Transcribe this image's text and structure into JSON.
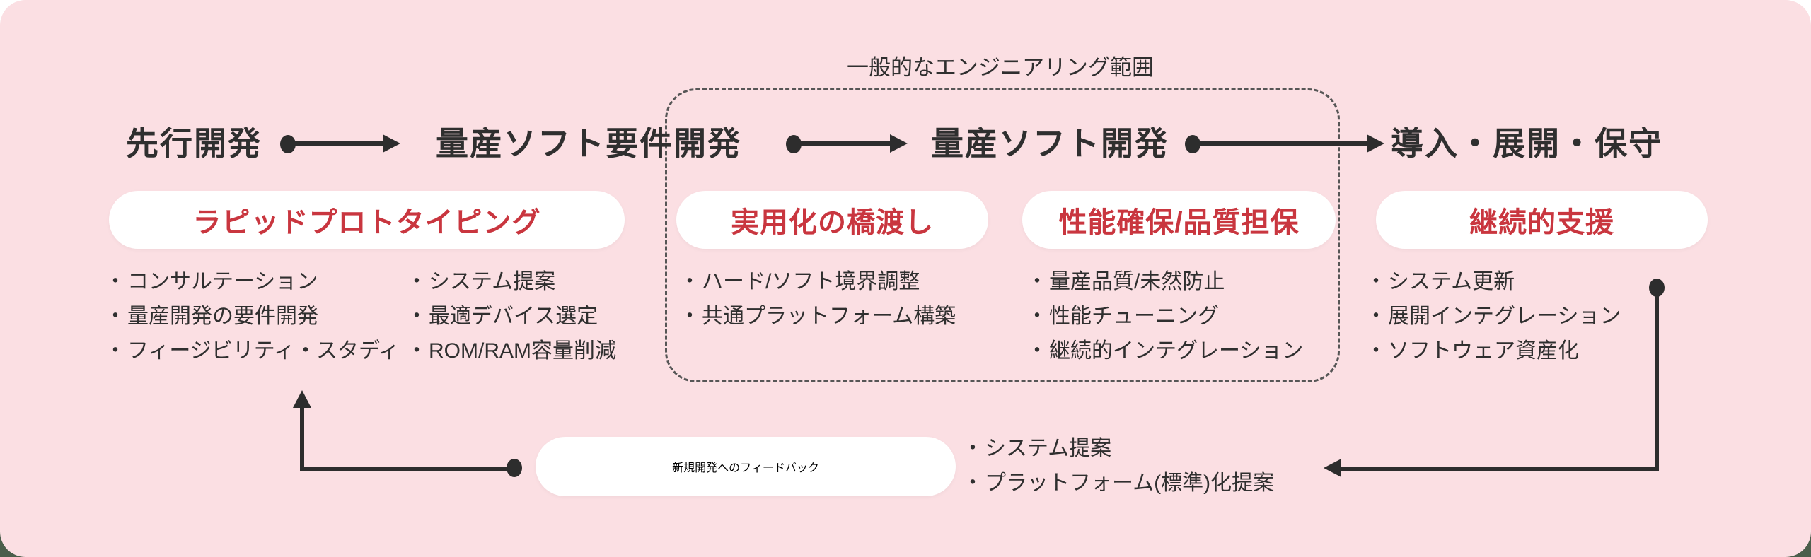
{
  "ui": {
    "bullet": "・"
  },
  "colors": {
    "page_top": "#ffffff",
    "page_bottom": "#4b5e4b",
    "panel": "#fbdfe3",
    "pill_bg": "#ffffff",
    "accent_red": "#c9363f",
    "text_dark": "#2f2f2f",
    "line": "#2d2d2d",
    "dashed_border": "#565656"
  },
  "scope_label": "一般的なエンジニアリング範囲",
  "flow": {
    "stages": [
      {
        "label": "先行開発"
      },
      {
        "label": "量産ソフト要件開発"
      },
      {
        "label": "量産ソフト開発"
      },
      {
        "label": "導入・展開・保守"
      }
    ]
  },
  "groups": [
    {
      "pill": "ラピッドプロトタイピング",
      "columns": [
        {
          "items": [
            "コンサルテーション",
            "量産開発の要件開発",
            "フィージビリティ・スタディ"
          ]
        },
        {
          "items": [
            "システム提案",
            "最適デバイス選定",
            "ROM/RAM容量削減"
          ]
        }
      ]
    },
    {
      "pill": "実用化の橋渡し",
      "items": [
        "ハード/ソフト境界調整",
        "共通プラットフォーム構築"
      ]
    },
    {
      "pill": "性能確保/品質担保",
      "items": [
        "量産品質/未然防止",
        "性能チューニング",
        "継続的インテグレーション"
      ]
    },
    {
      "pill": "継続的支援",
      "items": [
        "システム更新",
        "展開インテグレーション",
        "ソフトウェア資産化"
      ]
    }
  ],
  "feedback": {
    "pill": "新規開発へのフィードバック",
    "items": [
      "システム提案",
      "プラットフォーム(標準)化提案"
    ]
  }
}
